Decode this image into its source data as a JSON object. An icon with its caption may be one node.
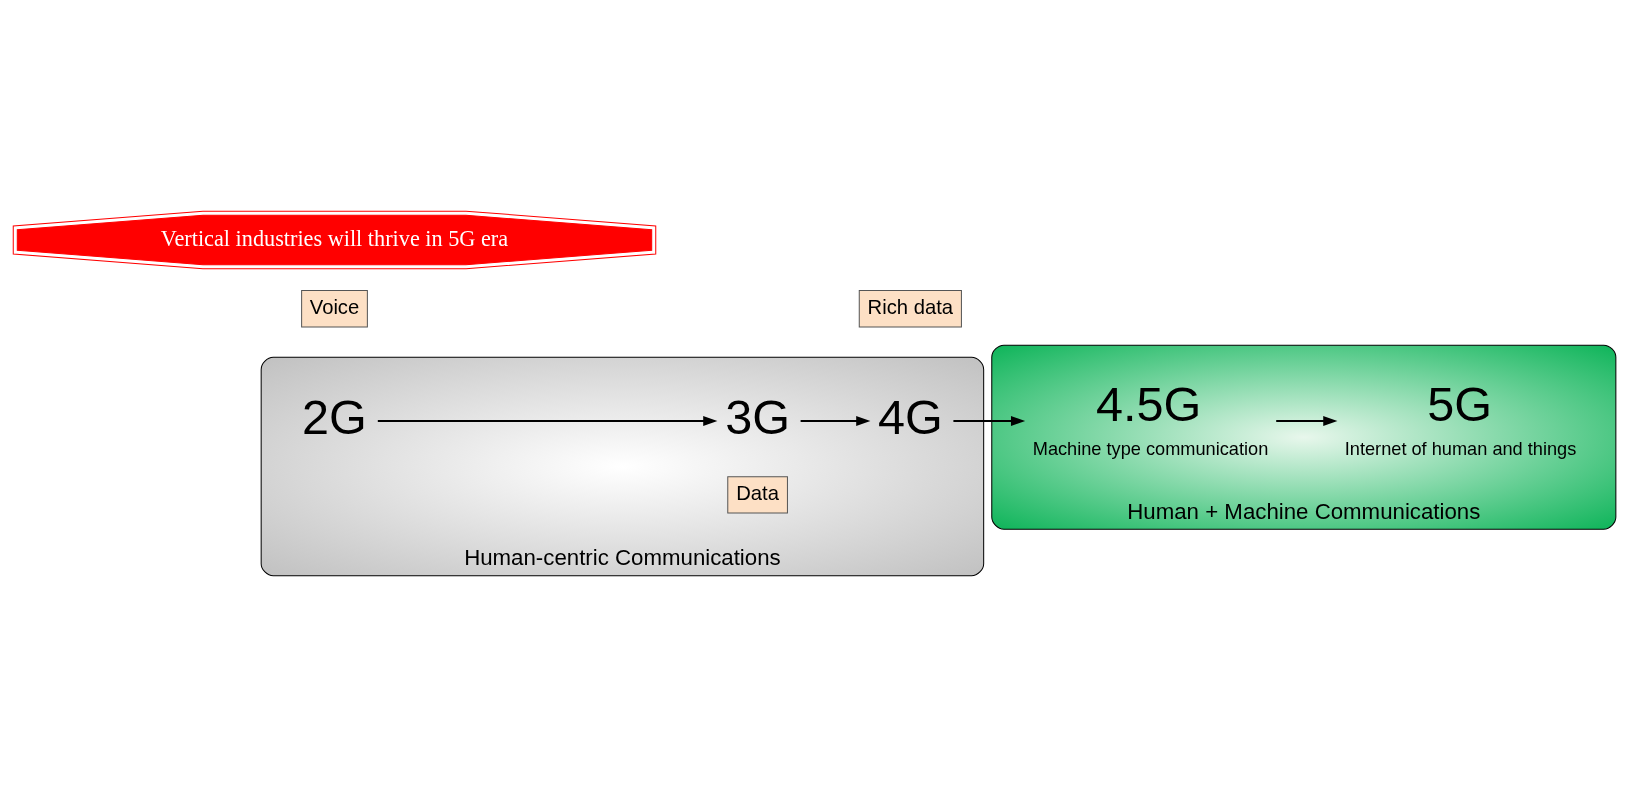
{
  "diagram": {
    "nodes": [
      {
        "text": [
          "Human-centric Communications"
        ]
      },
      {
        "text": [
          "Human + Machine Communications"
        ]
      },
      {
        "text": [
          "2G"
        ],
        "in": 0
      },
      {
        "text": [
          "3G"
        ],
        "in": 0
      },
      {
        "text": [
          "4G"
        ],
        "in": 0
      },
      {
        "text": [
          "Voice"
        ]
      },
      {
        "text": [
          "Data"
        ],
        "in": 0
      },
      {
        "text": [
          "Rich data"
        ]
      },
      {
        "text": [
          "4.5G"
        ],
        "in": 1,
        "beside": [
          "Machine type communication"
        ]
      },
      {
        "text": [
          "5G"
        ],
        "in": 1,
        "beside": [
          "Internet of human and things"
        ]
      },
      {
        "text": [
          "Vertical industries will thrive in 5G era"
        ]
      }
    ],
    "edges": [
      {
        "from": 2,
        "to": 3,
        "arrow": "to"
      },
      {
        "from": 3,
        "to": 4,
        "arrow": "to"
      },
      {
        "from": 4,
        "to": 8,
        "arrow": "to"
      },
      {
        "from": 8,
        "to": 9,
        "arrow": "to"
      }
    ]
  }
}
